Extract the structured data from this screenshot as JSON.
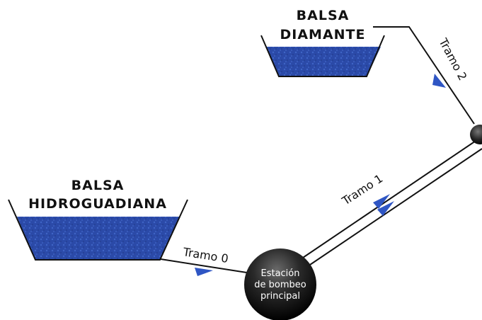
{
  "reservoirs": {
    "hidroguadiana": {
      "line1": "BALSA",
      "line2": "HIDROGUADIANA"
    },
    "diamante": {
      "line1": "BALSA",
      "line2": "DIAMANTE"
    }
  },
  "pipes": {
    "tramo0": "Tramo 0",
    "tramo1": "Tramo 1",
    "tramo2": "Tramo 2"
  },
  "station": {
    "line1": "Estación",
    "line2": "de bombeo",
    "line3": "principal"
  },
  "colors": {
    "water": "#2b4aa8",
    "water_light": "#3f64c6",
    "arrow": "#2f56c4",
    "line": "#111111",
    "station": "#1a1a1a"
  }
}
